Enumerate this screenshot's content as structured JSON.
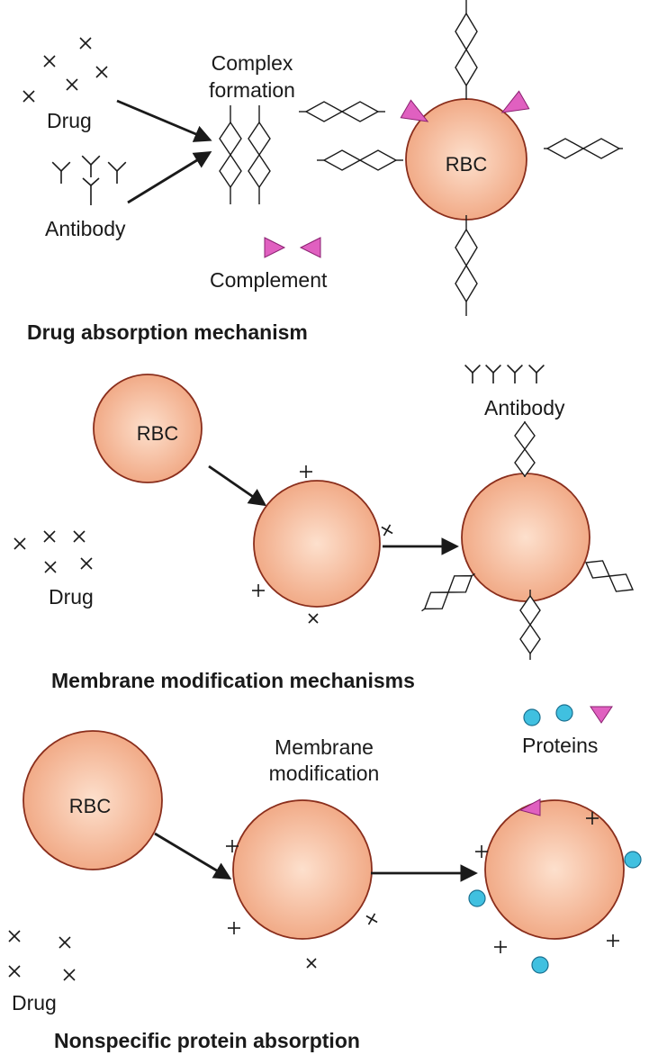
{
  "sections": [
    {
      "title": "Drug absorption mechanism",
      "labels": {
        "drug": "Drug",
        "antibody": "Antibody",
        "complex_line1": "Complex",
        "complex_line2": "formation",
        "rbc": "RBC",
        "complement": "Complement"
      }
    },
    {
      "title": "Membrane modification mechanisms",
      "labels": {
        "rbc": "RBC",
        "drug": "Drug",
        "antibody": "Antibody"
      }
    },
    {
      "title": "Nonspecific protein absorption",
      "labels": {
        "rbc": "RBC",
        "drug": "Drug",
        "membrane_line1": "Membrane",
        "membrane_line2": "modification",
        "proteins": "Proteins"
      }
    }
  ],
  "colors": {
    "cell_fill": "#f0a580",
    "cell_highlight": "#fde0cd",
    "cell_stroke": "#8a2e1c",
    "complement": "#e060c0",
    "protein": "#40c0e0",
    "ink": "#1a1a1a"
  },
  "icons": [
    "drug-x-icon",
    "antibody-icon",
    "complex-icon",
    "complement-icon",
    "protein-circle-icon",
    "protein-triangle-icon",
    "arrow-icon"
  ]
}
